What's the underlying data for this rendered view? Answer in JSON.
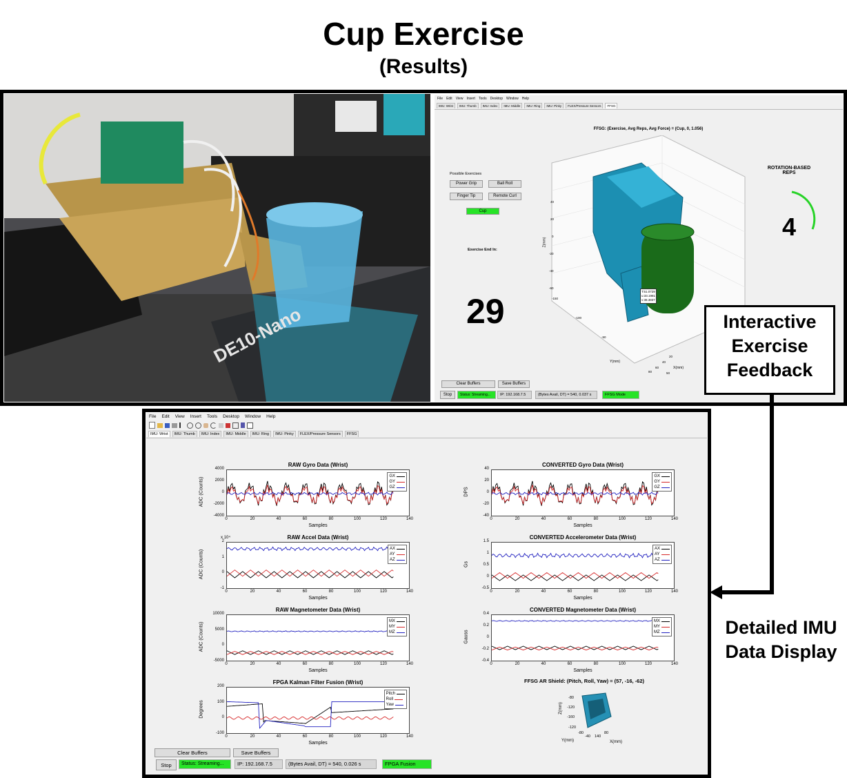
{
  "header": {
    "title": "Cup Exercise",
    "subtitle": "(Results)"
  },
  "callouts": {
    "interactive": "Interactive Exercise Feedback",
    "detailed": "Detailed IMU Data Display"
  },
  "photo": {
    "board_text": "DE10-Nano"
  },
  "ffsg_window": {
    "menu": [
      "File",
      "Edit",
      "View",
      "Insert",
      "Tools",
      "Desktop",
      "Window",
      "Help"
    ],
    "tabs": [
      "IMU: Wrist",
      "IMU: Thumb",
      "IMU: Index",
      "IMU: Middle",
      "IMU: Ring",
      "IMU: Pinky",
      "FLEX/Pressure Sensors",
      "FFSG"
    ],
    "active_tab": "FFSG",
    "plot_title": "FFSG: (Exercise, Avg Reps, Avg Force) = (Cup, 0, 1.056)",
    "possible_exercises_label": "Possible Exercises",
    "exercise_buttons": [
      "Power Grip",
      "Ball Roll",
      "Finger Tip",
      "Remote Curl",
      "Cup"
    ],
    "exercise_end_label": "Exercise End In:",
    "countdown": "29",
    "reps_label": "ROTATION-BASED REPS",
    "reps_value": "4",
    "datatip": [
      "T:51.0729",
      "u:33.1981",
      "v:38.3837"
    ],
    "axes": {
      "z_label": "Z(mm)",
      "y_label": "Y(mm)",
      "x_label": "X(mm)",
      "z_ticks": [
        "40",
        "20",
        "0",
        "-20",
        "-40",
        "-60"
      ],
      "y_ticks": [
        "-150",
        "-100",
        "-50"
      ],
      "x_ticks": [
        "20",
        "40",
        "60",
        "80",
        "50"
      ]
    },
    "clear_buffers": "Clear Buffers",
    "save_buffers": "Save Buffers",
    "stop": "Stop",
    "status": "Status: Streaming...",
    "ip": "IP: 192.168.7.5",
    "bytes": "(Bytes Avail, DT) = 540, 0.037 s",
    "mode": "FFSG Mode"
  },
  "imu_window": {
    "menu": [
      "File",
      "Edit",
      "View",
      "Insert",
      "Tools",
      "Desktop",
      "Window",
      "Help"
    ],
    "tabs": [
      "IMU: Wrist",
      "IMU: Thumb",
      "IMU: Index",
      "IMU: Middle",
      "IMU: Ring",
      "IMU: Pinky",
      "FLEX/Pressure Sensors",
      "FFSG"
    ],
    "active_tab": "IMU: Wrist",
    "clear_buffers": "Clear Buffers",
    "save_buffers": "Save Buffers",
    "stop": "Stop",
    "status": "Status: Streaming...",
    "ip": "IP: 192.168.7.5",
    "bytes": "(Bytes Avail, DT) = 540, 0.026 s",
    "mode": "FPGA Fusion",
    "ar_title": "FFSG AR Shield: (Pitch, Roll, Yaw) = (57, -16, -62)",
    "ar_axes": {
      "z_label": "Z(mm)",
      "y_label": "Y(mm)",
      "x_label": "X(mm)",
      "z_ticks": [
        "-80",
        "-120",
        "-160"
      ],
      "z_bottom": "-120",
      "y_ticks": [
        "-80",
        "-40"
      ],
      "x_ticks": [
        "140",
        "80"
      ]
    }
  },
  "colors": {
    "black": "#000000",
    "red": "#d62728",
    "blue": "#1f1fbf",
    "green": "#27e327"
  },
  "chart_data": [
    {
      "type": "line",
      "title": "RAW Gyro Data (Wrist)",
      "xlabel": "Samples",
      "ylabel": "ADC (Counts)",
      "xlim": [
        0,
        140
      ],
      "ylim": [
        -4000,
        4000
      ],
      "xticks": [
        0,
        20,
        40,
        60,
        80,
        100,
        120,
        140
      ],
      "yticks": [
        4000,
        2000,
        0,
        -2000,
        -4000
      ],
      "series": [
        {
          "name": "GX",
          "color": "#000000",
          "kind": "osc",
          "amp": 1800,
          "offset": 0,
          "period": 14
        },
        {
          "name": "GY",
          "color": "#d62728",
          "kind": "osc",
          "amp": 1400,
          "offset": -200,
          "period": 14
        },
        {
          "name": "GZ",
          "color": "#1f1fbf",
          "kind": "flat",
          "amp": 200,
          "offset": 0,
          "period": 14
        }
      ]
    },
    {
      "type": "line",
      "title": "CONVERTED Gyro Data (Wrist)",
      "xlabel": "Samples",
      "ylabel": "DPS",
      "xlim": [
        0,
        140
      ],
      "ylim": [
        -40,
        40
      ],
      "xticks": [
        0,
        20,
        40,
        60,
        80,
        100,
        120,
        140
      ],
      "yticks": [
        40,
        20,
        0,
        -20,
        -40
      ],
      "series": [
        {
          "name": "GX",
          "color": "#000000",
          "kind": "osc",
          "amp": 18,
          "offset": 0,
          "period": 14
        },
        {
          "name": "GY",
          "color": "#d62728",
          "kind": "osc",
          "amp": 14,
          "offset": -2,
          "period": 14
        },
        {
          "name": "GZ",
          "color": "#1f1fbf",
          "kind": "flat",
          "amp": 2,
          "offset": 0,
          "period": 14
        }
      ]
    },
    {
      "type": "line",
      "title": "RAW Accel Data (Wrist)",
      "xlabel": "Samples",
      "ylabel": "ADC (Counts)",
      "ylabel_exp": "x 10⁴",
      "xlim": [
        0,
        140
      ],
      "ylim": [
        -1,
        2
      ],
      "xticks": [
        0,
        20,
        40,
        60,
        80,
        100,
        120,
        140
      ],
      "yticks": [
        2,
        1,
        0,
        -1
      ],
      "series": [
        {
          "name": "AX",
          "color": "#000000",
          "kind": "saw",
          "amp": 0.2,
          "offset": -0.05,
          "period": 12
        },
        {
          "name": "AY",
          "color": "#d62728",
          "kind": "saw",
          "amp": 0.2,
          "offset": 0.05,
          "period": 12
        },
        {
          "name": "AZ",
          "color": "#1f1fbf",
          "kind": "flat",
          "amp": 0.1,
          "offset": 1.6,
          "period": 12
        }
      ]
    },
    {
      "type": "line",
      "title": "CONVERTED Accelerometer Data (Wrist)",
      "xlabel": "Samples",
      "ylabel": "Gs",
      "xlim": [
        0,
        140
      ],
      "ylim": [
        -0.5,
        1.5
      ],
      "xticks": [
        0,
        20,
        40,
        60,
        80,
        100,
        120,
        140
      ],
      "yticks": [
        1.5,
        1,
        0.5,
        0,
        -0.5
      ],
      "series": [
        {
          "name": "AX",
          "color": "#000000",
          "kind": "saw",
          "amp": 0.12,
          "offset": 0.0,
          "period": 12
        },
        {
          "name": "AY",
          "color": "#d62728",
          "kind": "saw",
          "amp": 0.12,
          "offset": 0.1,
          "period": 12
        },
        {
          "name": "AZ",
          "color": "#1f1fbf",
          "kind": "flat",
          "amp": 0.08,
          "offset": 0.95,
          "period": 12
        }
      ]
    },
    {
      "type": "line",
      "title": "RAW Magnetometer Data (Wrist)",
      "xlabel": "Samples",
      "ylabel": "ADC (Counts)",
      "xlim": [
        0,
        140
      ],
      "ylim": [
        -5000,
        10000
      ],
      "xticks": [
        0,
        20,
        40,
        60,
        80,
        100,
        120,
        140
      ],
      "yticks": [
        10000,
        5000,
        0,
        -5000
      ],
      "series": [
        {
          "name": "MX",
          "color": "#000000",
          "kind": "saw",
          "amp": 600,
          "offset": -2000,
          "period": 12
        },
        {
          "name": "MY",
          "color": "#d62728",
          "kind": "saw",
          "amp": 500,
          "offset": -2100,
          "period": 12
        },
        {
          "name": "MZ",
          "color": "#1f1fbf",
          "kind": "flat",
          "amp": 150,
          "offset": 4800,
          "period": 12
        }
      ]
    },
    {
      "type": "line",
      "title": "CONVERTED Magnetometer Data (Wrist)",
      "xlabel": "Samples",
      "ylabel": "Gauss",
      "xlim": [
        0,
        140
      ],
      "ylim": [
        -0.4,
        0.4
      ],
      "xticks": [
        0,
        20,
        40,
        60,
        80,
        100,
        120,
        140
      ],
      "yticks": [
        0.4,
        0.2,
        0,
        -0.2,
        -0.4
      ],
      "series": [
        {
          "name": "MX",
          "color": "#000000",
          "kind": "saw",
          "amp": 0.03,
          "offset": -0.16,
          "period": 12
        },
        {
          "name": "MY",
          "color": "#d62728",
          "kind": "saw",
          "amp": 0.025,
          "offset": -0.17,
          "period": 12
        },
        {
          "name": "MZ",
          "color": "#1f1fbf",
          "kind": "flat",
          "amp": 0.008,
          "offset": 0.3,
          "period": 12
        }
      ]
    },
    {
      "type": "line",
      "title": "FPGA Kalman Filter Fusion (Wrist)",
      "xlabel": "Samples",
      "ylabel": "Degrees",
      "xlim": [
        0,
        140
      ],
      "ylim": [
        -100,
        200
      ],
      "xticks": [
        0,
        20,
        40,
        60,
        80,
        100,
        120,
        140
      ],
      "yticks": [
        200,
        100,
        0,
        -100
      ],
      "series": [
        {
          "name": "Pitch",
          "color": "#000000",
          "kind": "pitch",
          "amp": 0,
          "offset": 0,
          "period": 0
        },
        {
          "name": "Roll",
          "color": "#d62728",
          "kind": "roll",
          "amp": 0,
          "offset": 0,
          "period": 0
        },
        {
          "name": "Yaw",
          "color": "#1f1fbf",
          "kind": "yaw",
          "amp": 0,
          "offset": 0,
          "period": 0
        }
      ]
    }
  ]
}
